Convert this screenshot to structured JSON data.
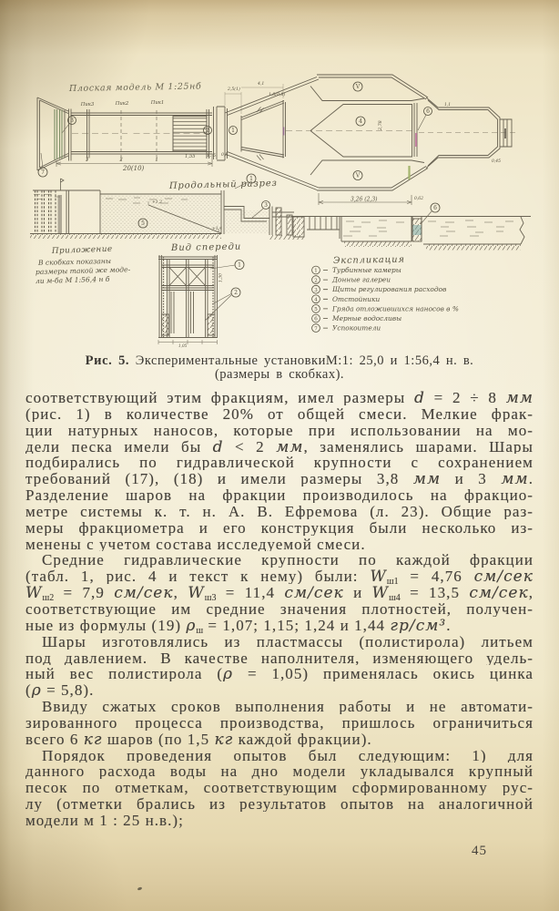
{
  "page": {
    "number": "45"
  },
  "figure": {
    "plan": {
      "title": "Плоская модель М 1:25нб",
      "pik": [
        "Пик3",
        "Пик2",
        "Пик1"
      ],
      "ticks": [
        "3",
        "2",
        "1"
      ],
      "dims": {
        "len": "20(10)",
        "d155": "1,55",
        "d05": "0,5",
        "d135": "1,35",
        "d25": "2,5(1)",
        "d41": "4,1",
        "d18": "1,8(0,8)",
        "w278": "2,78",
        "b326": "3,26 (2,3)",
        "d062": "0,62",
        "d11": "1,1",
        "d045": "0,45"
      },
      "callouts": {
        "c1": "1",
        "c2": "2",
        "c3": "3",
        "c4": "4",
        "c5": "V",
        "c6": "6",
        "c7": "7"
      }
    },
    "section": {
      "title": "Продольный разрез",
      "c5": "5",
      "c3": "3",
      "c6": "6",
      "m1": "+1,2",
      "m2": "+1,4"
    },
    "front": {
      "title": "Вид спереди",
      "c1": "1",
      "c2": "2",
      "d130": "1,30",
      "d105": "1,05"
    },
    "note": {
      "title": "Приложение",
      "lines": [
        "В скобках показаны",
        "размеры такой же моде-",
        "ли м-ба М 1:56,4 н б"
      ]
    },
    "legend": {
      "title": "Экспликация",
      "items": [
        {
          "num": "1",
          "text": "Турбинные камеры"
        },
        {
          "num": "2",
          "text": "Донные галереи"
        },
        {
          "num": "3",
          "text": "Щиты регулирования расходов"
        },
        {
          "num": "4",
          "text": "Отстойники"
        },
        {
          "num": "5",
          "text": "Гряда отложившихся наносов в %"
        },
        {
          "num": "6",
          "text": "Мерные водосливы"
        },
        {
          "num": "7",
          "text": "Успокоители"
        }
      ]
    }
  },
  "caption": {
    "label": "Рис. 5.",
    "line1_rest": "Экспериментальные установкиМ:1: 25,0 и 1:56,4 н. в.",
    "line2": "(размеры в скобках)."
  },
  "body": {
    "lines": [
      "соответствующий этим фракциям, имел размеры <i>d</i> = 2 ÷ 8 <i>мм</i>",
      "(рис. 1) в количестве 20% от общей смеси. Мелкие фрак-",
      "ции натурных наносов, которые при использовании на мо-",
      "дели песка имели бы <i>d</i> &lt; 2 <i>мм</i>, заменялись шарами. Шары",
      "подбирались по гидравлической крупности с сохранением",
      "требований (17), (18) и имели размеры 3,8 <i>мм</i> и 3 <i>мм</i>.",
      "Разделение шаров на фракции производилось на фракцио-",
      "метре системы к. т. н. А. В. Ефремова (л. 23). Общие раз-",
      "меры фракциометра и его конструкция были несколько из-",
      "менены с учетом состава исследуемой смеси.",
      "Средние гидравлические крупности по каждой фракции",
      "(табл. 1, рис. 4 и текст к нему) были: <i>W</i><sub>ш1</sub> = 4,76 <i>см/сек</i>",
      "<i>W</i><sub>ш2</sub> = 7,9 <i>см/сек</i>, <i>W</i><sub>ш3</sub> = 11,4 <i>см/сек</i> и <i>W</i><sub>ш4</sub> = 13,5 <i>см/сек</i>,",
      "соответствующие им средние значения плотностей, получен-",
      "ные из формулы (19) <i>ρ</i><sub>ш</sub> = 1,07; 1,15; 1,24 и 1,44 <i>гр/см³</i>.",
      "Шары изготовлялись из пластмассы (полистирола) литьем",
      "под давлением. В качестве наполнителя, изменяющего удель-",
      "ный вес полистирола (<i>ρ</i> = 1,05) применялась окись цинка",
      "(<i>ρ</i> = 5,8).",
      "Ввиду сжатых сроков выполнения работы и не автомати-",
      "зированного процесса производства, пришлось ограничиться",
      "всего 6 <i>кг</i> шаров (по 1,5 <i>кг</i> каждой фракции).",
      "Порядок проведения опытов был следующим: 1) для",
      "данного расхода воды на дно модели укладывался крупный",
      "песок по отметкам, соответствующим сформированному рус-",
      "лу (отметки брались из результатов опытов на аналогичной",
      "модели м 1 : 25 н.в.);"
    ]
  }
}
